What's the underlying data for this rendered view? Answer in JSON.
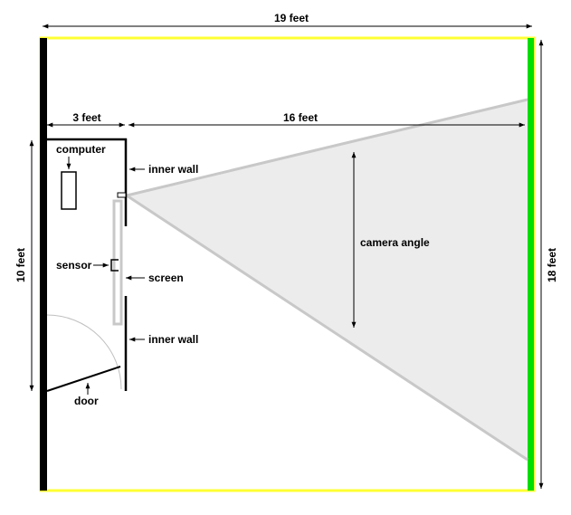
{
  "labels": {
    "width_total": "19 feet",
    "width_alcove": "3 feet",
    "width_room": "16 feet",
    "height_left": "10 feet",
    "height_right": "18 feet",
    "computer": "computer",
    "inner_wall_top": "inner wall",
    "inner_wall_bottom": "inner wall",
    "sensor": "sensor",
    "screen": "screen",
    "door": "door",
    "camera_angle": "camera angle"
  },
  "colors": {
    "outer_wall": "#ffff33",
    "left_wall": "#000000",
    "right_wall": "#00dd00",
    "cone_fill": "#ececec",
    "cone_edge": "#c8c8c8",
    "screen": "#c8c8c8"
  }
}
